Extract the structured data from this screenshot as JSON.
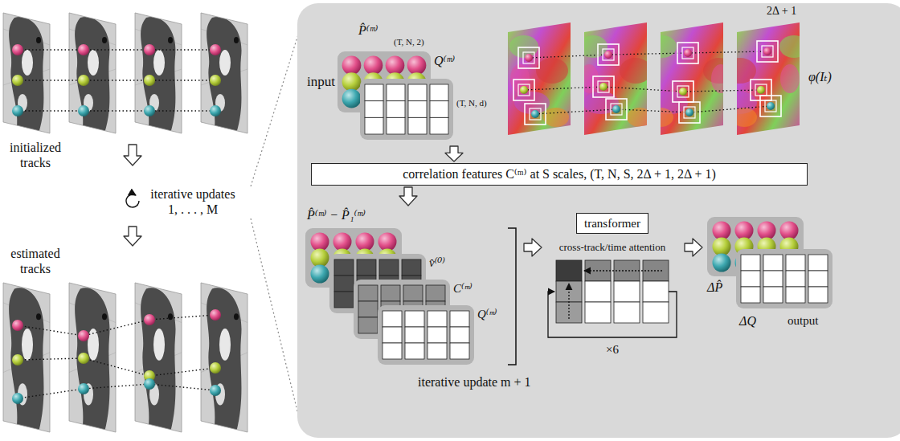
{
  "diagram": {
    "nodes": [
      {
        "text": [
          "iterative update m + 1"
        ]
      },
      {
        "text": [
          "P̂⁽ᵐ⁾",
          "(T, N, 2)",
          "Q⁽ᵐ⁾",
          "(T, N, d)"
        ],
        "in": 0
      },
      {
        "text": [
          "2Δ + 1",
          "φ(Iₜ)"
        ],
        "in": 0
      },
      {
        "text": [
          "correlation features C⁽ᵐ⁾ at S scales, (T, N, S, 2Δ + 1, 2Δ + 1)"
        ],
        "in": 0
      },
      {
        "text": [
          "P̂⁽ᵐ⁾ − P̂₁⁽ᵐ⁾",
          "v̂⁽⁰⁾",
          "C⁽ᵐ⁾",
          "Q⁽ᵐ⁾"
        ],
        "in": 0
      },
      {
        "text": [
          "cross-track/time attention",
          "×6"
        ],
        "in": 0
      },
      {
        "text": [
          "transformer"
        ],
        "in": 5
      },
      {
        "text": [
          "ΔP̂",
          "ΔQ",
          "output"
        ],
        "in": 0
      }
    ],
    "edges": [
      {
        "from": 1,
        "to": 3,
        "arrow": "to"
      },
      {
        "from": 3,
        "to": 4,
        "arrow": "to"
      },
      {
        "from": 4,
        "to": 5,
        "arrow": "to"
      },
      {
        "from": 5,
        "to": 7,
        "arrow": "to"
      }
    ],
    "labels": [
      "initialized tracks",
      "iterative updates 1, . . . , M",
      "estimated tracks",
      "input"
    ]
  }
}
